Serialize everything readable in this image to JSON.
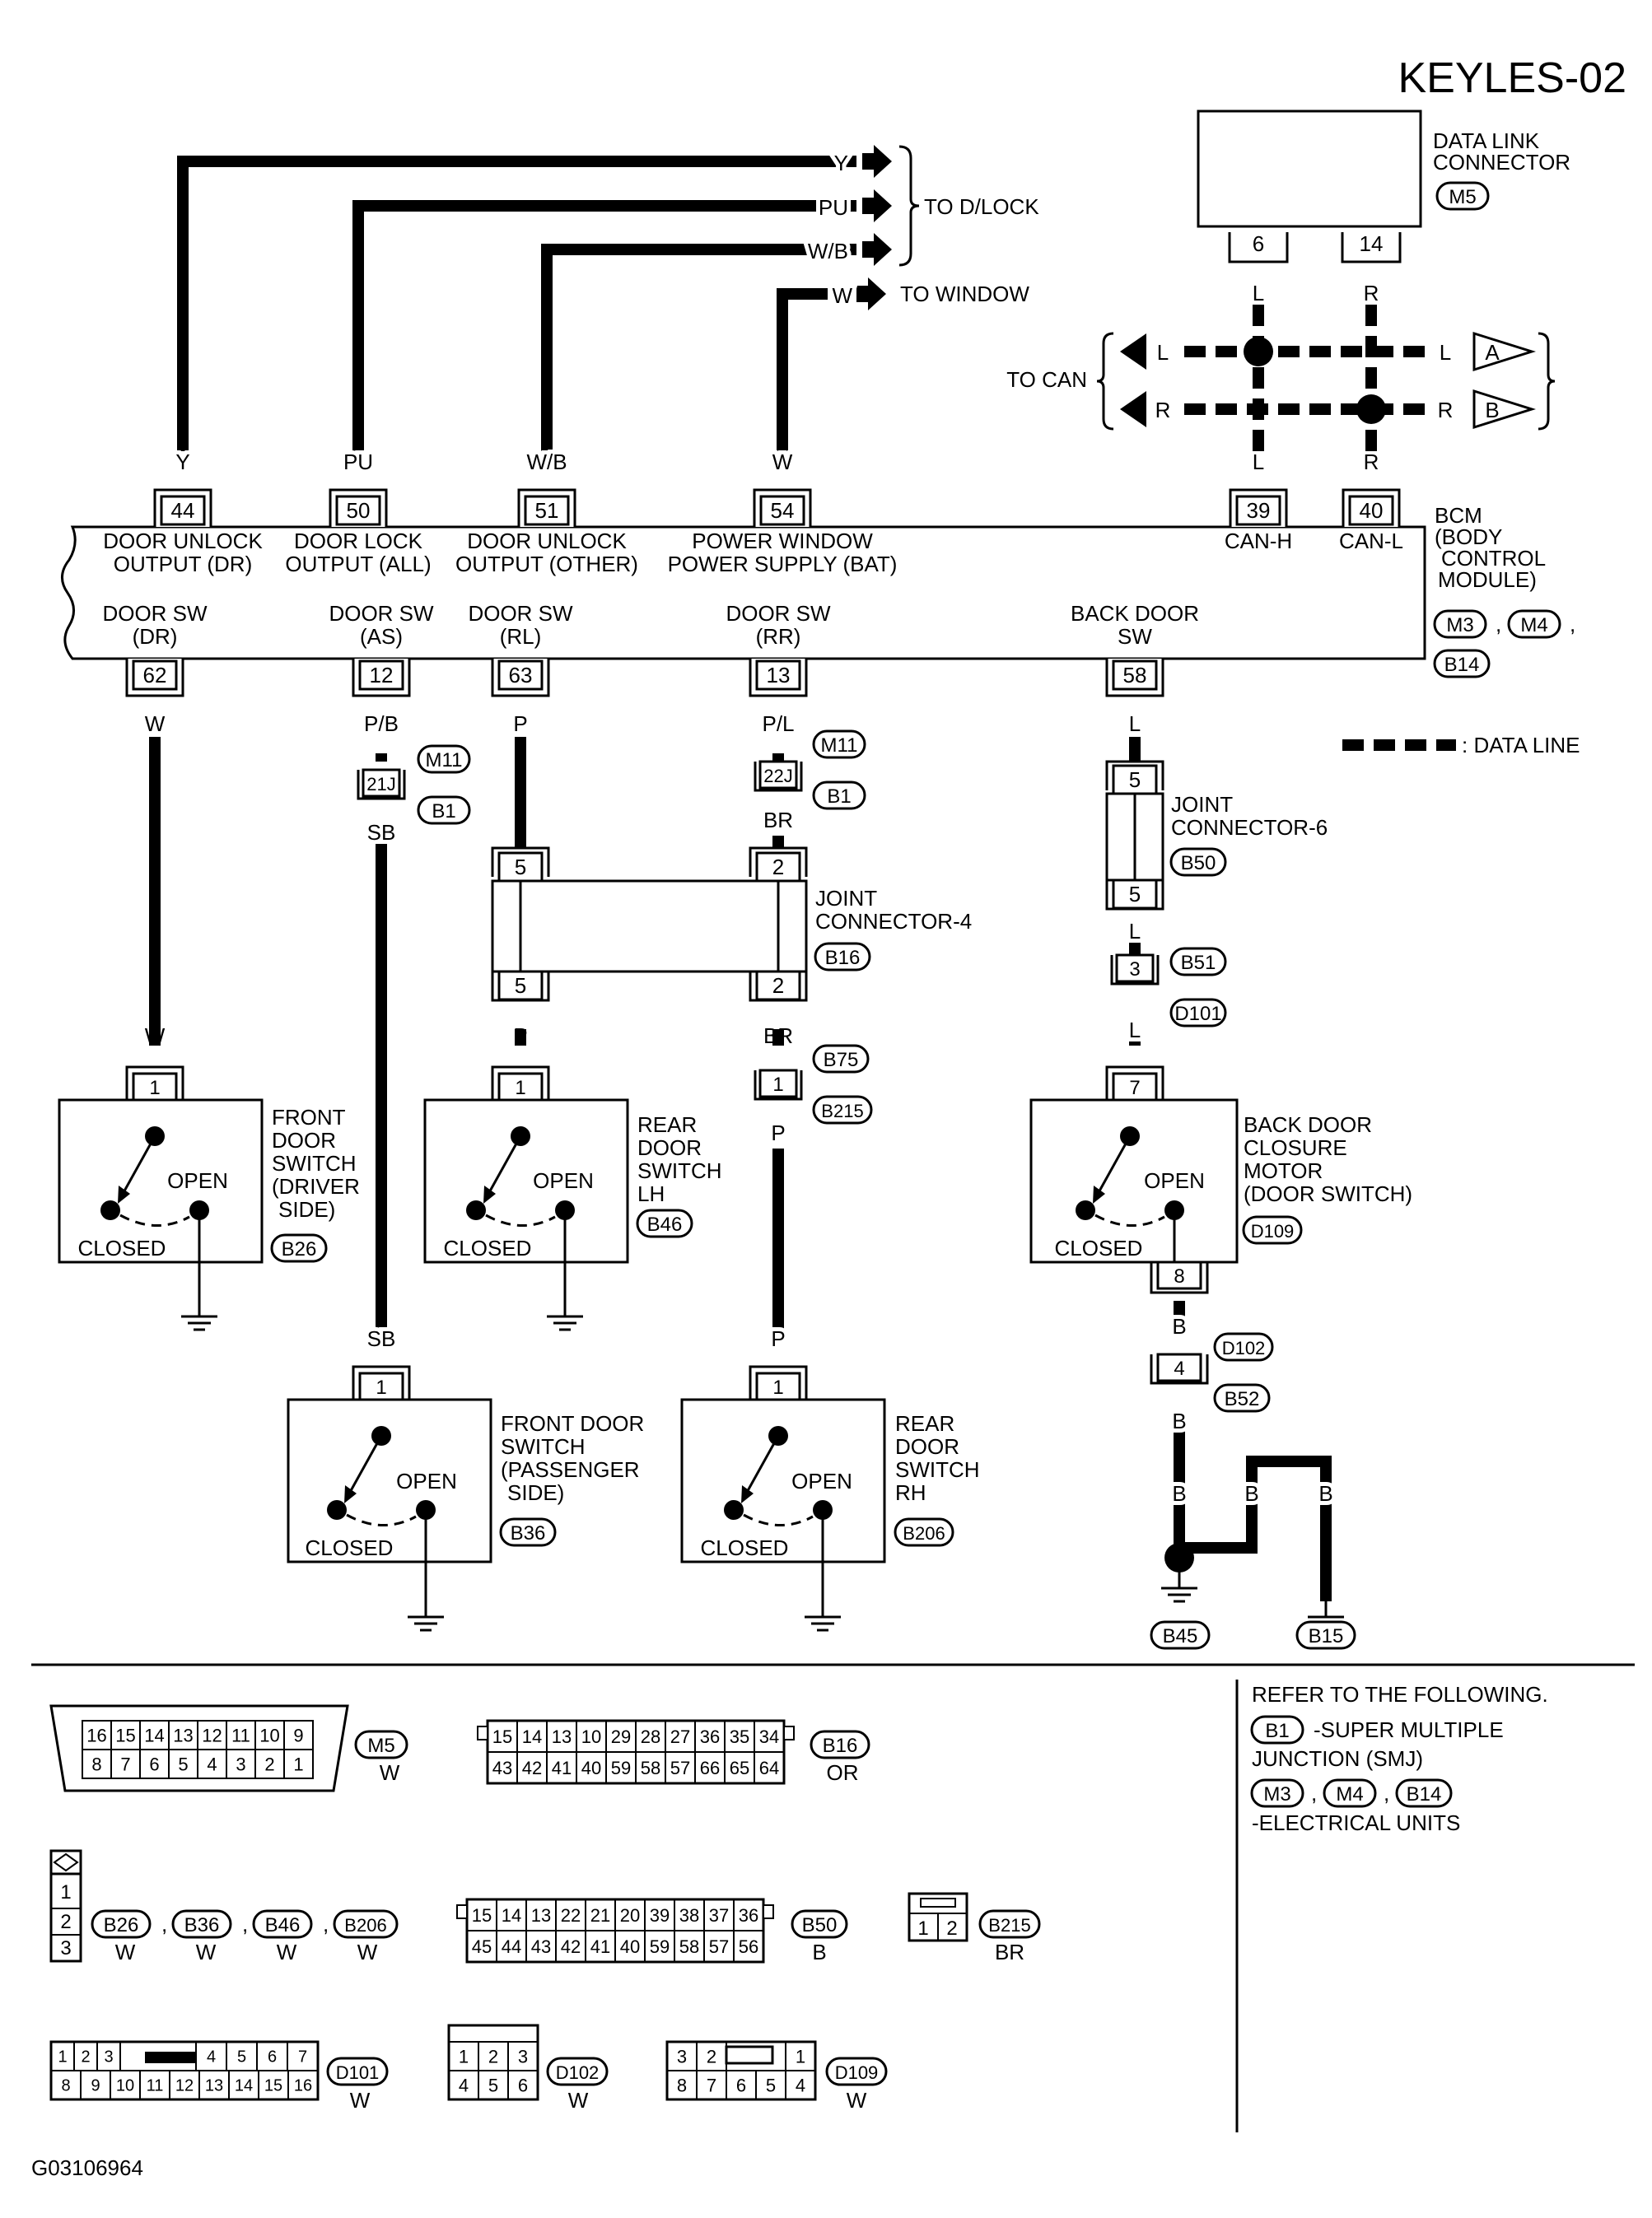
{
  "title": "KEYLES-02",
  "footer_code": "G03106964",
  "bcm": {
    "name": "BCM",
    "desc1": "(BODY",
    "desc2": "CONTROL",
    "desc3": "MODULE)",
    "conn_m3": "M3",
    "conn_m4": "M4",
    "conn_b14": "B14",
    "top_terminals": [
      {
        "pin": "44",
        "color": "Y",
        "l1": "DOOR UNLOCK",
        "l2": "OUTPUT (DR)"
      },
      {
        "pin": "50",
        "color": "PU",
        "l1": "DOOR LOCK",
        "l2": "OUTPUT (ALL)"
      },
      {
        "pin": "51",
        "color": "W/B",
        "l1": "DOOR UNLOCK",
        "l2": "OUTPUT (OTHER)"
      },
      {
        "pin": "54",
        "color": "W",
        "l1": "POWER WINDOW",
        "l2": "POWER SUPPLY (BAT)"
      },
      {
        "pin": "39",
        "color": "L",
        "l1": "CAN-H",
        "l2": ""
      },
      {
        "pin": "40",
        "color": "R",
        "l1": "CAN-L",
        "l2": ""
      }
    ],
    "bottom_terminals": [
      {
        "pin": "62",
        "color": "W",
        "l1": "DOOR SW",
        "l2": "(DR)"
      },
      {
        "pin": "12",
        "color": "P/B",
        "l1": "DOOR SW",
        "l2": "(AS)"
      },
      {
        "pin": "63",
        "color": "P",
        "l1": "DOOR SW",
        "l2": "(RL)"
      },
      {
        "pin": "13",
        "color": "P/L",
        "l1": "DOOR SW",
        "l2": "(RR)"
      },
      {
        "pin": "58",
        "color": "L",
        "l1": "BACK DOOR",
        "l2": "SW"
      }
    ]
  },
  "outputs": {
    "y": "Y",
    "pu": "PU",
    "wb": "W/B",
    "w": "W",
    "to_dlock": "TO D/LOCK",
    "to_window": "TO WINDOW"
  },
  "dlc": {
    "l1": "DATA LINK",
    "l2": "CONNECTOR",
    "conn": "M5",
    "pin_a": "6",
    "pin_b": "14",
    "color_a": "L",
    "color_b": "R"
  },
  "can": {
    "label": "TO CAN",
    "l": "L",
    "r": "R",
    "a": "A",
    "b": "B"
  },
  "legend": {
    "data_line": ": DATA LINE"
  },
  "joints": {
    "m11": "M11",
    "b1": "B1",
    "p21j": "21J",
    "p22j": "22J",
    "sb": "SB",
    "br": "BR",
    "p": "P",
    "l": "L",
    "b": "B",
    "w": "W",
    "jc4_l1": "JOINT",
    "jc4_l2": "CONNECTOR-4",
    "jc4_conn": "B16",
    "jc6_l1": "JOINT",
    "jc6_l2": "CONNECTOR-6",
    "jc6_conn": "B50",
    "pin1": "1",
    "pin2": "2",
    "pin3": "3",
    "pin4": "4",
    "pin5": "5",
    "pin7": "7",
    "pin8": "8",
    "b51": "B51",
    "d101": "D101",
    "b75": "B75",
    "b215": "B215",
    "d102": "D102",
    "b52": "B52",
    "b45": "B45",
    "b15": "B15"
  },
  "switches": {
    "open": "OPEN",
    "closed": "CLOSED",
    "front_dr": {
      "l1": "FRONT",
      "l2": "DOOR",
      "l3": "SWITCH",
      "l4": "(DRIVER",
      "l5": "SIDE)",
      "conn": "B26"
    },
    "rear_lh": {
      "l1": "REAR",
      "l2": "DOOR",
      "l3": "SWITCH",
      "l4": "LH",
      "conn": "B46"
    },
    "back_door": {
      "l1": "BACK DOOR",
      "l2": "CLOSURE",
      "l3": "MOTOR",
      "l4": "(DOOR SWITCH)",
      "conn": "D109"
    },
    "front_pass": {
      "l1": "FRONT DOOR",
      "l2": "SWITCH",
      "l3": "(PASSENGER",
      "l4": "SIDE)",
      "conn": "B36"
    },
    "rear_rh": {
      "l1": "REAR",
      "l2": "DOOR",
      "l3": "SWITCH",
      "l4": "RH",
      "conn": "B206"
    }
  },
  "refer": {
    "l1": "REFER TO THE FOLLOWING.",
    "b1": "B1",
    "smj1": "-SUPER MULTIPLE",
    "smj2": "JUNCTION (SMJ)",
    "m3": "M3",
    "m4": "M4",
    "b14": "B14",
    "eu": "-ELECTRICAL UNITS"
  },
  "connectors": {
    "m5": {
      "id": "M5",
      "color": "W",
      "top": [
        "16",
        "15",
        "14",
        "13",
        "12",
        "11",
        "10",
        "9"
      ],
      "bottom": [
        "8",
        "7",
        "6",
        "5",
        "4",
        "3",
        "2",
        "1"
      ]
    },
    "b16": {
      "id": "B16",
      "color": "OR",
      "top": [
        "1",
        "1",
        "1",
        "1",
        "2",
        "2",
        "2",
        "3",
        "3",
        "3"
      ],
      "top2": [
        "5",
        "4",
        "3",
        "0",
        "9",
        "8",
        "7",
        "6",
        "5",
        "4"
      ],
      "bottom": [
        "4",
        "4",
        "4",
        "4",
        "5",
        "5",
        "5",
        "6",
        "6",
        "6"
      ],
      "bottom2": [
        "3",
        "2",
        "1",
        "0",
        "9",
        "8",
        "7",
        "6",
        "5",
        "4"
      ]
    },
    "b26": {
      "ids": [
        "B26",
        "B36",
        "B46",
        "B206"
      ],
      "colors": [
        "W",
        "W",
        "W",
        "W"
      ],
      "pins": [
        "1",
        "2",
        "3"
      ]
    },
    "b50": {
      "id": "B50",
      "color": "B",
      "top": [
        "1",
        "1",
        "1",
        "2",
        "2",
        "2",
        "3",
        "3",
        "3",
        "3"
      ],
      "top2": [
        "5",
        "4",
        "3",
        "2",
        "1",
        "0",
        "9",
        "8",
        "7",
        "6"
      ],
      "bottom": [
        "4",
        "4",
        "4",
        "4",
        "4",
        "4",
        "5",
        "5",
        "5",
        "5"
      ],
      "bottom2": [
        "5",
        "4",
        "3",
        "2",
        "1",
        "0",
        "9",
        "8",
        "7",
        "6"
      ]
    },
    "b215": {
      "id": "B215",
      "color": "BR",
      "pins": [
        "1",
        "2"
      ]
    },
    "d101": {
      "id": "D101",
      "color": "W",
      "top": [
        "1",
        "2",
        "3",
        "4",
        "5",
        "6",
        "7"
      ],
      "bottom": [
        "8",
        "9",
        "10",
        "11",
        "12",
        "13",
        "14",
        "15",
        "16"
      ]
    },
    "d102": {
      "id": "D102",
      "color": "W",
      "top": [
        "1",
        "2",
        "3"
      ],
      "bottom": [
        "4",
        "5",
        "6"
      ]
    },
    "d109": {
      "id": "D109",
      "color": "W",
      "top": [
        "3",
        "2",
        "1"
      ],
      "bottom": [
        "8",
        "7",
        "6",
        "5",
        "4"
      ]
    }
  }
}
